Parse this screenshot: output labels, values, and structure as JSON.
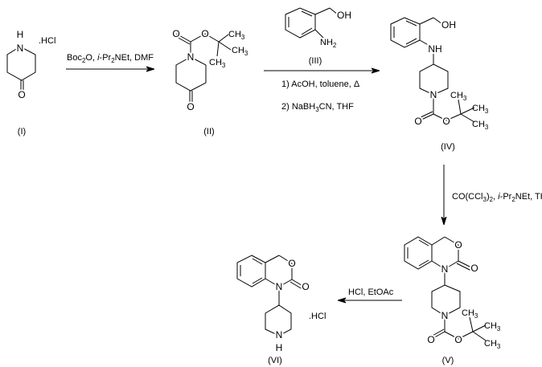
{
  "compounds": {
    "c1": {
      "label": "(I)",
      "salt": ".HCl"
    },
    "c2": {
      "label": "(II)"
    },
    "c3": {
      "label": "(III)"
    },
    "c4": {
      "label": "(IV)"
    },
    "c5": {
      "label": "(V)"
    },
    "c6": {
      "label": "(VI)",
      "salt": ".HCl"
    }
  },
  "atoms": {
    "N": "N",
    "H": "H",
    "O": "O",
    "OH": "OH",
    "NH": "NH",
    "CH": "CH",
    "three": "3",
    "two": "2"
  },
  "steps": {
    "s1": {
      "a": "Boc",
      "a_sub": "2",
      "b": "O, ",
      "c": "i",
      "d": "-Pr",
      "d_sub": "2",
      "e": "NEt, DMF"
    },
    "s2": {
      "line1": "1) AcOH, toluene, Δ",
      "line2_a": "2) NaBH",
      "line2_sub": "3",
      "line2_b": "CN, THF"
    },
    "s3": {
      "a": "CO(CCl",
      "a_sub": "3",
      "b": ")",
      "b_sub": "2",
      "c": ", ",
      "d": "i",
      "e": "-Pr",
      "e_sub": "2",
      "f": "NEt, THF"
    },
    "s4": {
      "text": "HCl, EtOAc"
    }
  }
}
